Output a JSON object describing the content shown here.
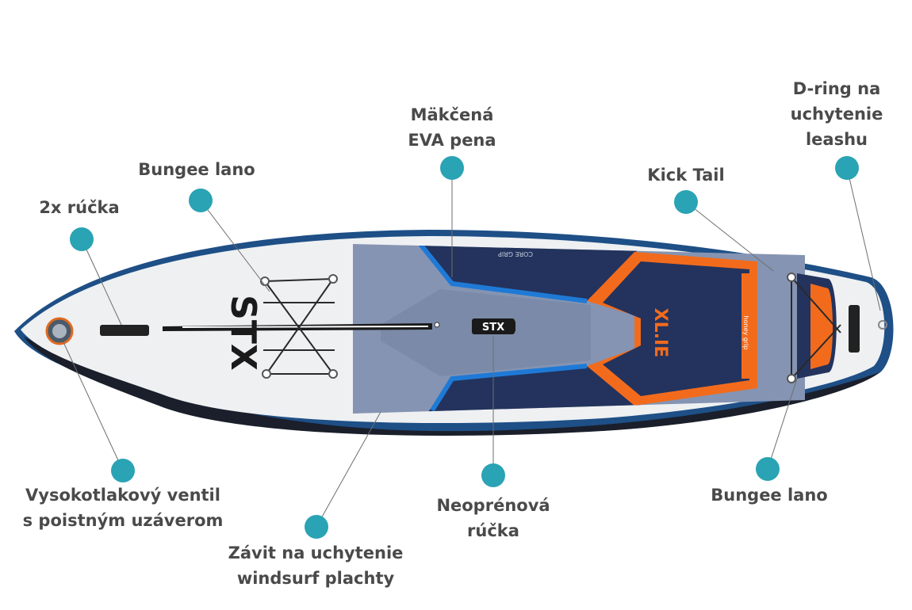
{
  "colors": {
    "accent_dot": "#2aa3b4",
    "label_text": "#4a4a4a",
    "board_navy": "#23335d",
    "board_blue": "#1f7ad6",
    "board_orange": "#f26b1d",
    "board_white": "#eef0f2"
  },
  "board": {
    "brand_nose": "STX",
    "brand_pad": "STX",
    "model": "XL.IE",
    "pad_brand": "CORE GRIP",
    "tail_pad_text": "honey grip"
  },
  "callouts": [
    {
      "id": "handle-2x",
      "lines": [
        "2x rúčka"
      ]
    },
    {
      "id": "bungee-front",
      "lines": [
        "Bungee lano"
      ]
    },
    {
      "id": "eva-foam",
      "lines": [
        "Mäkčená",
        "EVA pena"
      ]
    },
    {
      "id": "kick-tail",
      "lines": [
        "Kick Tail"
      ]
    },
    {
      "id": "d-ring",
      "lines": [
        "D-ring na",
        "uchytenie",
        "leashu"
      ]
    },
    {
      "id": "valve",
      "lines": [
        "Vysokotlakový ventil",
        "s poistným uzáverom"
      ]
    },
    {
      "id": "windsurf-thread",
      "lines": [
        "Závit na uchytenie",
        "windsurf plachty"
      ]
    },
    {
      "id": "neoprene-handle",
      "lines": [
        "Neoprénová",
        "rúčka"
      ]
    },
    {
      "id": "bungee-rear",
      "lines": [
        "Bungee lano"
      ]
    }
  ]
}
